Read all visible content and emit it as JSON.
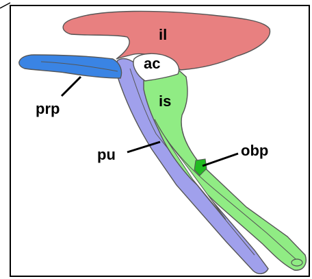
{
  "labels": {
    "ilium": "il",
    "acetabulum": "ac",
    "ischium": "is",
    "prepubis": "prp",
    "pubis": "pu",
    "obturator_process": "obp"
  },
  "colors": {
    "ilium": "#e88080",
    "ischium": "#90ec84",
    "pubis": "#a0a0ec",
    "prepubis": "#3a84e4",
    "obturator_process": "#22bb22",
    "outline": "#555555",
    "frame": "#000000"
  }
}
